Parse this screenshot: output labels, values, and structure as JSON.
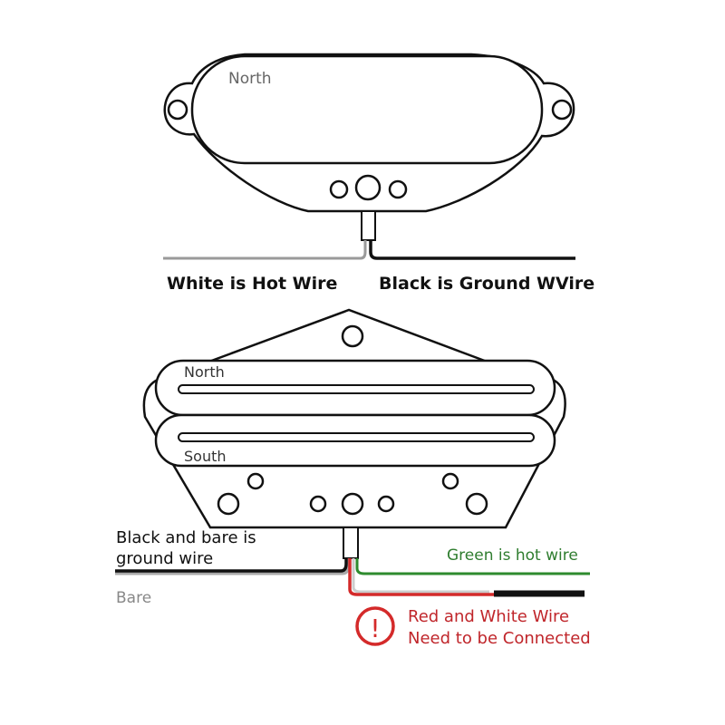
{
  "top_pickup": {
    "pole_label": "North",
    "hot_label": "White is Hot Wire",
    "ground_label": "Black is Ground WVire"
  },
  "bottom_pickup": {
    "north_label": "North",
    "south_label": "South",
    "ground_label_line1": "Black and bare is",
    "ground_label_line2": "ground wire",
    "bare_label": "Bare",
    "hot_label": "Green is hot wire",
    "warning_line1": "Red and White Wire",
    "warning_line2": "Need to be Connected",
    "warning_icon_text": "!"
  },
  "colors": {
    "outline": "#111111",
    "white_wire": "#9a9a9a",
    "green": "#2e8b2e",
    "red": "#d42a2a",
    "warning_text": "#c0262b",
    "green_text": "#2f7d2f",
    "gray_text": "#777777"
  }
}
